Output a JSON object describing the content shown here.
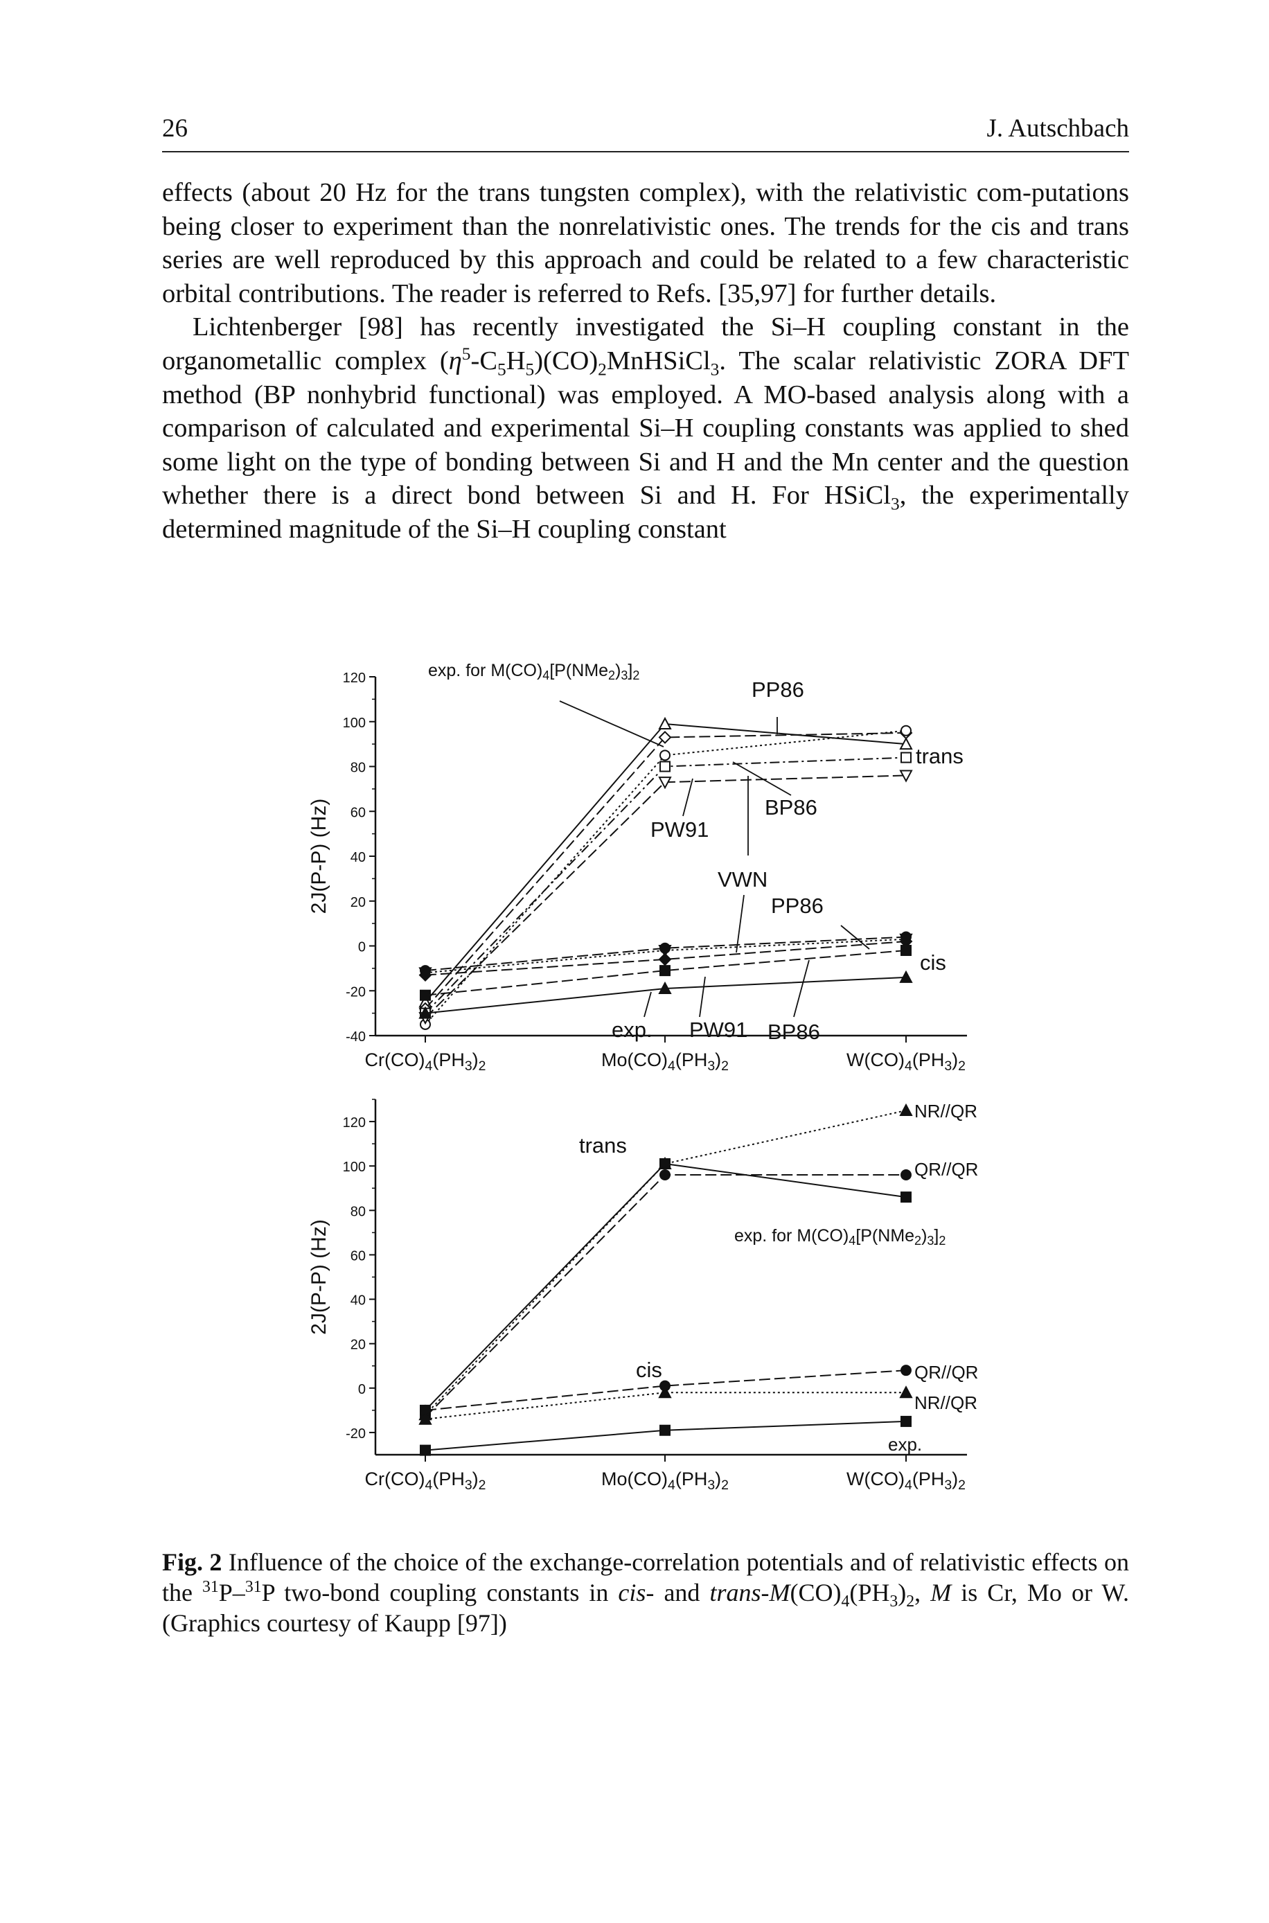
{
  "header": {
    "page_number": "26",
    "author": "J. Autschbach"
  },
  "body": {
    "p1": "effects (about 20 Hz for the trans tungsten complex), with the relativistic com-putations being closer to experiment than the nonrelativistic ones. The trends for the cis and trans series are well reproduced by this approach and could be related to a few characteristic orbital contributions. The reader is referred to Refs. [35,97] for further details.",
    "p2_a": "Lichtenberger [98] has recently investigated the Si–H coupling constant in the organometallic complex (",
    "p2_eta": "η",
    "p2_eta_sup": "5",
    "p2_b": "-C",
    "p2_sub1": "5",
    "p2_c": "H",
    "p2_sub2": "5",
    "p2_d": ")(CO)",
    "p2_sub3": "2",
    "p2_e": "MnHSiCl",
    "p2_sub4": "3",
    "p2_f": ". The scalar relativistic ZORA DFT method (BP nonhybrid functional) was employed. A MO-based analysis along with a comparison of calculated and experimental Si–H coupling constants was applied to shed some light on the type of bonding between Si and H and the Mn center and the question whether there is a direct bond between Si and H. For HSiCl",
    "p2_sub5": "3",
    "p2_g": ", the experimentally determined magnitude of the Si–H coupling constant"
  },
  "caption": {
    "label": "Fig. 2",
    "t1": "Influence of the choice of the exchange-correlation potentials and of relativistic effects on the ",
    "sup1": "31",
    "t2": "P–",
    "sup2": "31",
    "t3": "P two-bond coupling constants in ",
    "cis": "cis",
    "t4": "- and ",
    "trans": "trans",
    "t5": "-",
    "M": "M",
    "t6": "(CO)",
    "sub1": "4",
    "t7": "(PH",
    "sub2": "3",
    "t8": ")",
    "sub3": "2",
    "t9": ", ",
    "M2": "M",
    "t10": " is Cr, Mo or W. (Graphics courtesy of Kaupp [97])"
  },
  "chart_data": [
    {
      "type": "line",
      "ylabel": "2J(P-P) (Hz)",
      "ylim": [
        -40,
        120
      ],
      "yticks": [
        "-40",
        "-20",
        "0",
        "20",
        "40",
        "60",
        "80",
        "100",
        "120"
      ],
      "categories": [
        "Cr(CO)4(PH3)2",
        "Mo(CO)4(PH3)2",
        "W(CO)4(PH3)2"
      ],
      "category_labels": [
        {
          "a": "Cr(CO)",
          "s1": "4",
          "b": "(PH",
          "s2": "3",
          "c": ")",
          "s3": "2"
        },
        {
          "a": "Mo(CO)",
          "s1": "4",
          "b": "(PH",
          "s2": "3",
          "c": ")",
          "s3": "2"
        },
        {
          "a": "W(CO)",
          "s1": "4",
          "b": "(PH",
          "s2": "3",
          "c": ")",
          "s3": "2"
        }
      ],
      "series": [
        {
          "group": "trans",
          "marker": "triangle-open",
          "dash": "solid",
          "values": [
            -25,
            99,
            90
          ]
        },
        {
          "group": "trans",
          "marker": "diamond-open",
          "dash": "dashed",
          "values": [
            -28,
            93,
            95
          ]
        },
        {
          "group": "trans",
          "marker": "circle-open",
          "dash": "dotted",
          "values": [
            -35,
            85,
            96
          ]
        },
        {
          "group": "trans",
          "marker": "square-open",
          "dash": "dashdot",
          "values": [
            -30,
            80,
            84
          ]
        },
        {
          "group": "trans",
          "marker": "triangle-down-open",
          "dash": "dashed",
          "values": [
            -32,
            73,
            76
          ]
        },
        {
          "group": "cis",
          "marker": "circle",
          "dash": "dashed",
          "values": [
            -11,
            -1,
            4
          ]
        },
        {
          "group": "cis",
          "marker": "triangle-down",
          "dash": "dotted",
          "values": [
            -12,
            -2,
            3
          ]
        },
        {
          "group": "cis",
          "marker": "diamond",
          "dash": "dashed",
          "values": [
            -13,
            -6,
            2
          ]
        },
        {
          "group": "cis",
          "marker": "square",
          "dash": "dashed",
          "values": [
            -22,
            -11,
            -2
          ]
        },
        {
          "group": "cis",
          "marker": "triangle",
          "dash": "solid",
          "values": [
            -30,
            -19,
            -14
          ]
        }
      ],
      "annotations": {
        "exp_top": "exp. for M(CO)",
        "exp_top_s1": "4",
        "exp_top_b": "[P(NMe",
        "exp_top_s2": "2",
        "exp_top_c": ")",
        "exp_top_s3": "3",
        "exp_top_d": "]",
        "exp_top_s4": "2",
        "pp86_top": "PP86",
        "trans": "trans",
        "bp86_mid": "BP86",
        "pw91_mid": "PW91",
        "vwn": "VWN",
        "pp86_low": "PP86",
        "cis": "cis",
        "exp_bottom": "exp.",
        "pw91_bottom": "PW91",
        "bp86_bottom": "BP86"
      }
    },
    {
      "type": "line",
      "ylabel": "2J(P-P) (Hz)",
      "ylim": [
        -30,
        130
      ],
      "yticks": [
        "-20",
        "0",
        "20",
        "40",
        "60",
        "80",
        "100",
        "120"
      ],
      "categories": [
        "Cr(CO)4(PH3)2",
        "Mo(CO)4(PH3)2",
        "W(CO)4(PH3)2"
      ],
      "category_labels": [
        {
          "a": "Cr(CO)",
          "s1": "4",
          "b": "(PH",
          "s2": "3",
          "c": ")",
          "s3": "2"
        },
        {
          "a": "Mo(CO)",
          "s1": "4",
          "b": "(PH",
          "s2": "3",
          "c": ")",
          "s3": "2"
        },
        {
          "a": "W(CO)",
          "s1": "4",
          "b": "(PH",
          "s2": "3",
          "c": ")",
          "s3": "2"
        }
      ],
      "series": [
        {
          "name": "NR//QR",
          "group": "trans",
          "marker": "triangle",
          "dash": "dotted",
          "values": [
            -12,
            101,
            125
          ]
        },
        {
          "name": "QR//QR",
          "group": "trans",
          "marker": "circle",
          "dash": "dashed",
          "values": [
            -13,
            96,
            96
          ]
        },
        {
          "name": "exp.",
          "group": "trans",
          "marker": "square",
          "dash": "solid",
          "values": [
            -10,
            101,
            86
          ]
        },
        {
          "name": "QR//QR",
          "group": "cis",
          "marker": "circle",
          "dash": "dashed",
          "values": [
            -10,
            1,
            8
          ]
        },
        {
          "name": "NR//QR",
          "group": "cis",
          "marker": "triangle",
          "dash": "dotted",
          "values": [
            -14,
            -2,
            -2
          ]
        },
        {
          "name": "exp.",
          "group": "cis",
          "marker": "square",
          "dash": "solid",
          "values": [
            -28,
            -19,
            -15
          ]
        }
      ],
      "annotations": {
        "trans": "trans",
        "cis": "cis",
        "exp_label": "exp. for M(CO)",
        "exp_label_s1": "4",
        "exp_label_b": "[P(NMe",
        "exp_label_s2": "2",
        "exp_label_c": ")",
        "exp_label_s3": "3",
        "exp_label_d": "]",
        "exp_label_s4": "2",
        "trans_nr": "NR//QR",
        "trans_qr": "QR//QR",
        "cis_qr": "QR//QR",
        "cis_nr": "NR//QR",
        "cis_exp": "exp."
      }
    }
  ]
}
